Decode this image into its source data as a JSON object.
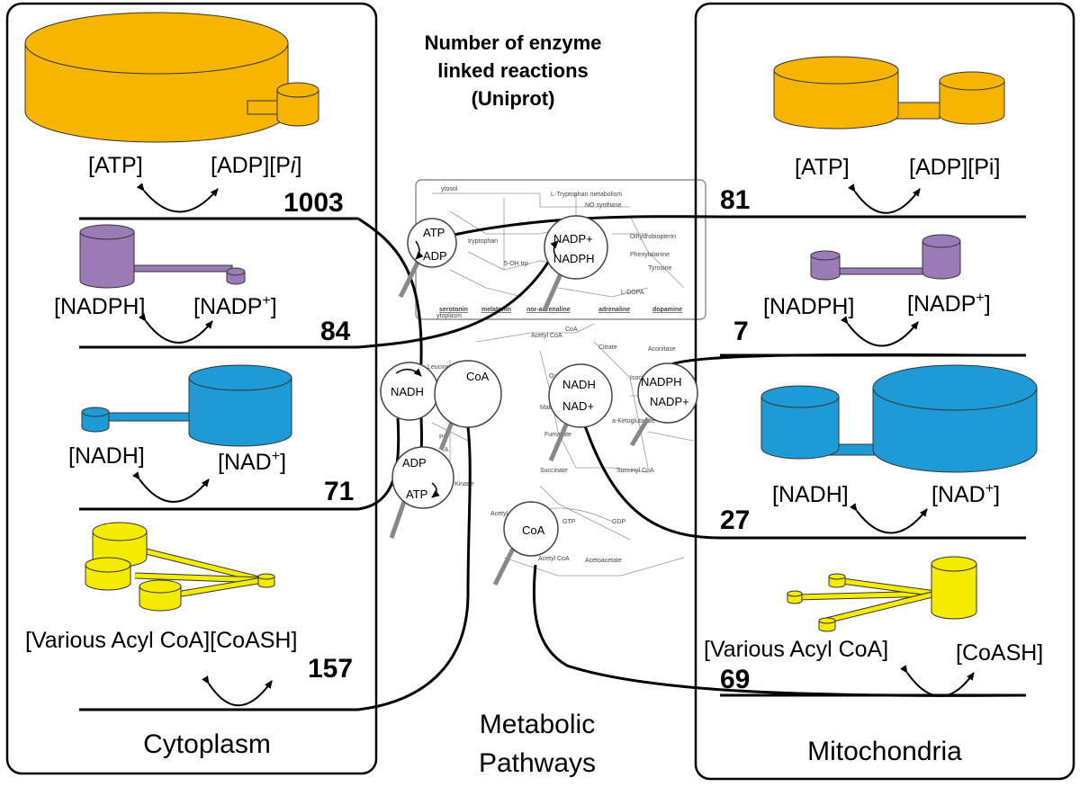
{
  "title": {
    "line1": "Number of enzyme",
    "line2": "linked reactions",
    "line3": "(Uniprot)"
  },
  "cytoplasm": {
    "label": "Cytoplasm",
    "atp": {
      "left": "[ATP]",
      "right": "[ADP][P",
      "right_italic": "i",
      "right_end": "]",
      "count": "1003"
    },
    "nadph": {
      "left": "[NADPH]",
      "right": "[NADP",
      "sup": "+",
      "right_end": "]",
      "count": "84"
    },
    "nadh": {
      "left": "[NADH]",
      "right": "[NAD",
      "sup": "+",
      "right_end": "]",
      "count": "71"
    },
    "coa": {
      "label": "[Various Acyl CoA][CoASH]",
      "count": "157"
    }
  },
  "mitochondria": {
    "label": "Mitochondria",
    "atp": {
      "left": "[ATP]",
      "right": "[ADP][Pi]",
      "count": "81"
    },
    "nadph": {
      "left": "[NADPH]",
      "right": "[NADP",
      "sup": "+",
      "right_end": "]",
      "count": "7"
    },
    "nadh": {
      "left": "[NADH]",
      "right": "[NAD",
      "sup": "+",
      "right_end": "]",
      "count": "27"
    },
    "coa": {
      "left": "[Various Acyl CoA]",
      "right": "[CoASH]",
      "count": "69"
    }
  },
  "center": {
    "label1": "Metabolic",
    "label2": "Pathways",
    "nodes": {
      "atp_adp": [
        "ATP",
        "ADP"
      ],
      "nadp_nadph": [
        "NADP+",
        "NADPH"
      ],
      "nadh": "NADH",
      "coa_left": "CoA",
      "adp_atp": [
        "ADP",
        "ATP"
      ],
      "nadh_nad": [
        "NADH",
        "NAD+"
      ],
      "nadph_nadp_right": [
        "NADPH",
        "NADP+"
      ],
      "coa_bottom": "CoA"
    },
    "pathway_words": [
      "serotonin",
      "melatonin",
      "nor-adrenaline",
      "adrenaline",
      "dopamine",
      "L-DOPA",
      "Acetyl CoA",
      "Citrate",
      "Succinyl CoA",
      "Acetoacetate",
      "Leucine",
      "NO"
    ]
  },
  "colors": {
    "atp": "#F7B500",
    "nadph": "#9B7BB5",
    "nadh": "#1E9BD7",
    "coa": "#F5EB00"
  }
}
